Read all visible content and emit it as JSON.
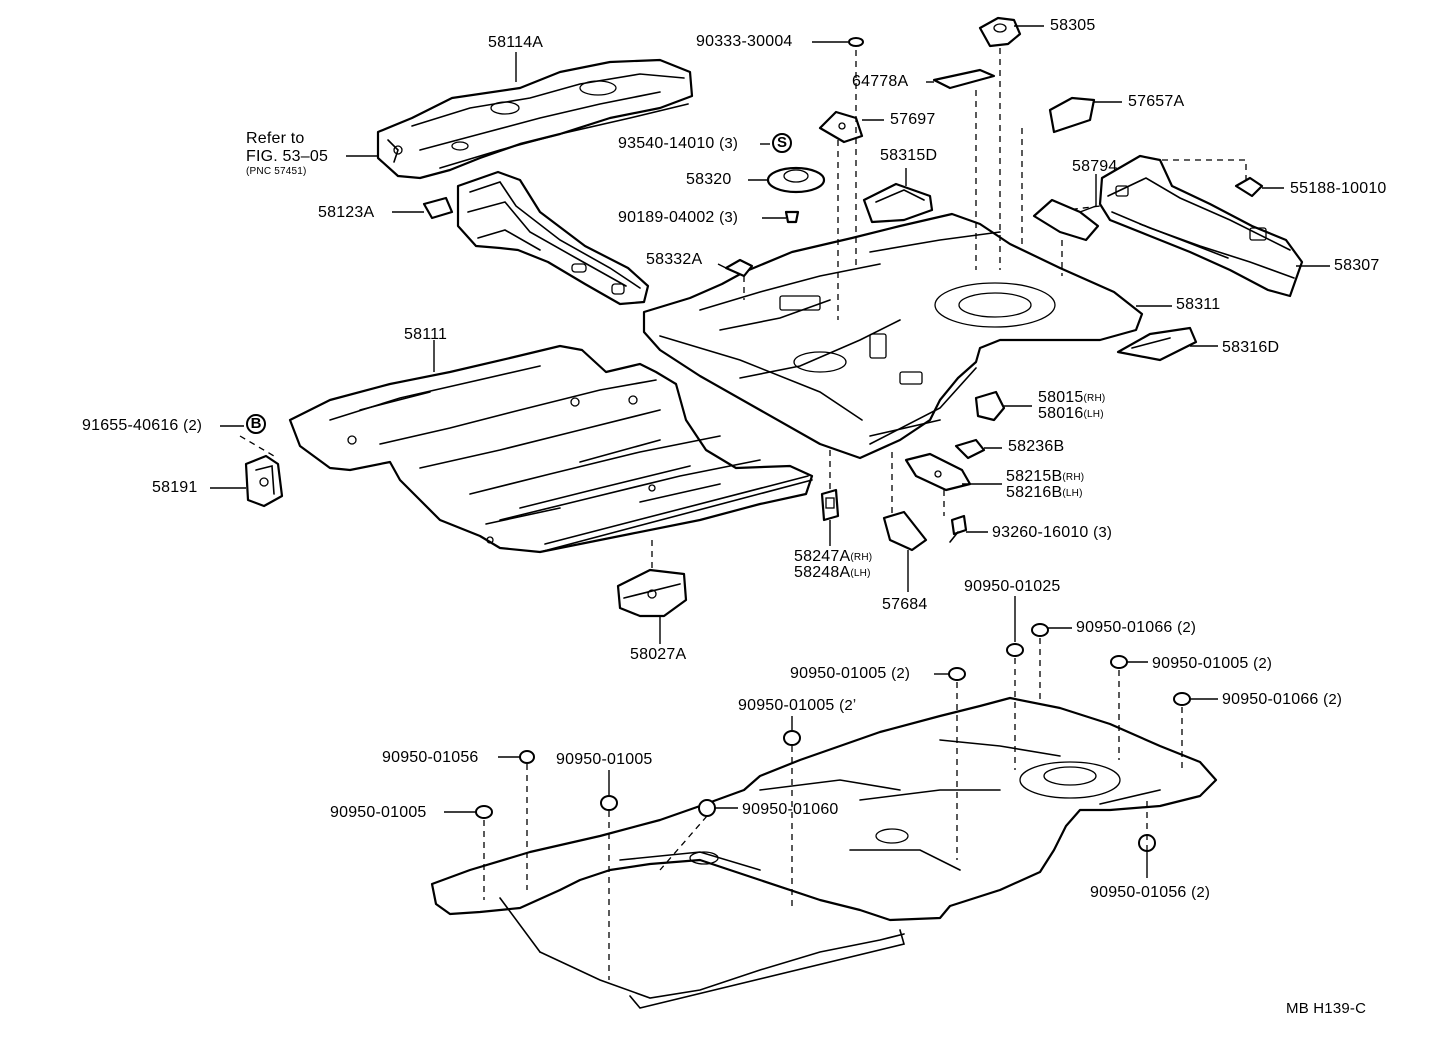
{
  "diagram": {
    "drawing_code": "MB H139-C",
    "reference": {
      "line1": "Refer to",
      "line2": "FIG. 53–05",
      "line3": "(PNC 57451)"
    },
    "symbols": {
      "s": "S",
      "b": "B"
    },
    "labels": [
      {
        "id": "p58114a",
        "text": "58114A"
      },
      {
        "id": "p58123a",
        "text": "58123A"
      },
      {
        "id": "p58111",
        "text": "58111"
      },
      {
        "id": "p91655",
        "text": "91655-40616",
        "qty": "(2)"
      },
      {
        "id": "p58191",
        "text": "58191"
      },
      {
        "id": "p90333",
        "text": "90333-30004"
      },
      {
        "id": "p64778a",
        "text": "64778A"
      },
      {
        "id": "p57697",
        "text": "57697"
      },
      {
        "id": "p93540",
        "text": "93540-14010",
        "qty": "(3)"
      },
      {
        "id": "p58320",
        "text": "58320"
      },
      {
        "id": "p90189",
        "text": "90189-04002",
        "qty": "(3)"
      },
      {
        "id": "p58332a",
        "text": "58332A"
      },
      {
        "id": "p58305",
        "text": "58305"
      },
      {
        "id": "p57657a",
        "text": "57657A"
      },
      {
        "id": "p58315d",
        "text": "58315D"
      },
      {
        "id": "p58794",
        "text": "58794"
      },
      {
        "id": "p55188",
        "text": "55188-10010"
      },
      {
        "id": "p58307",
        "text": "58307"
      },
      {
        "id": "p58311",
        "text": "58311"
      },
      {
        "id": "p58316d",
        "text": "58316D"
      },
      {
        "id": "p58015",
        "text": "58015",
        "side": "(RH)"
      },
      {
        "id": "p58016",
        "text": "58016",
        "side": "(LH)"
      },
      {
        "id": "p58236b",
        "text": "58236B"
      },
      {
        "id": "p58215b",
        "text": "58215B",
        "side": "(RH)"
      },
      {
        "id": "p58216b",
        "text": "58216B",
        "side": "(LH)"
      },
      {
        "id": "p93260",
        "text": "93260-16010",
        "qty": "(3)"
      },
      {
        "id": "p58247a",
        "text": "58247A",
        "side": "(RH)"
      },
      {
        "id": "p58248a",
        "text": "58248A",
        "side": "(LH)"
      },
      {
        "id": "p57684",
        "text": "57684"
      },
      {
        "id": "p58027a",
        "text": "58027A"
      },
      {
        "id": "p90950_01025",
        "text": "90950-01025"
      },
      {
        "id": "p90950_01066a",
        "text": "90950-01066",
        "qty": "(2)"
      },
      {
        "id": "p90950_01005a",
        "text": "90950-01005",
        "qty": "(2)"
      },
      {
        "id": "p90950_01005b",
        "text": "90950-01005",
        "qty": "(2)"
      },
      {
        "id": "p90950_01066b",
        "text": "90950-01066",
        "qty": "(2)"
      },
      {
        "id": "p90950_01005c",
        "text": "90950-01005",
        "qty": "(2ʼ"
      },
      {
        "id": "p90950_01056a",
        "text": "90950-01056"
      },
      {
        "id": "p90950_01005d",
        "text": "90950-01005"
      },
      {
        "id": "p90950_01005e",
        "text": "90950-01005"
      },
      {
        "id": "p90950_01060",
        "text": "90950-01060"
      },
      {
        "id": "p90950_01056b",
        "text": "90950-01056",
        "qty": "(2)"
      }
    ]
  }
}
